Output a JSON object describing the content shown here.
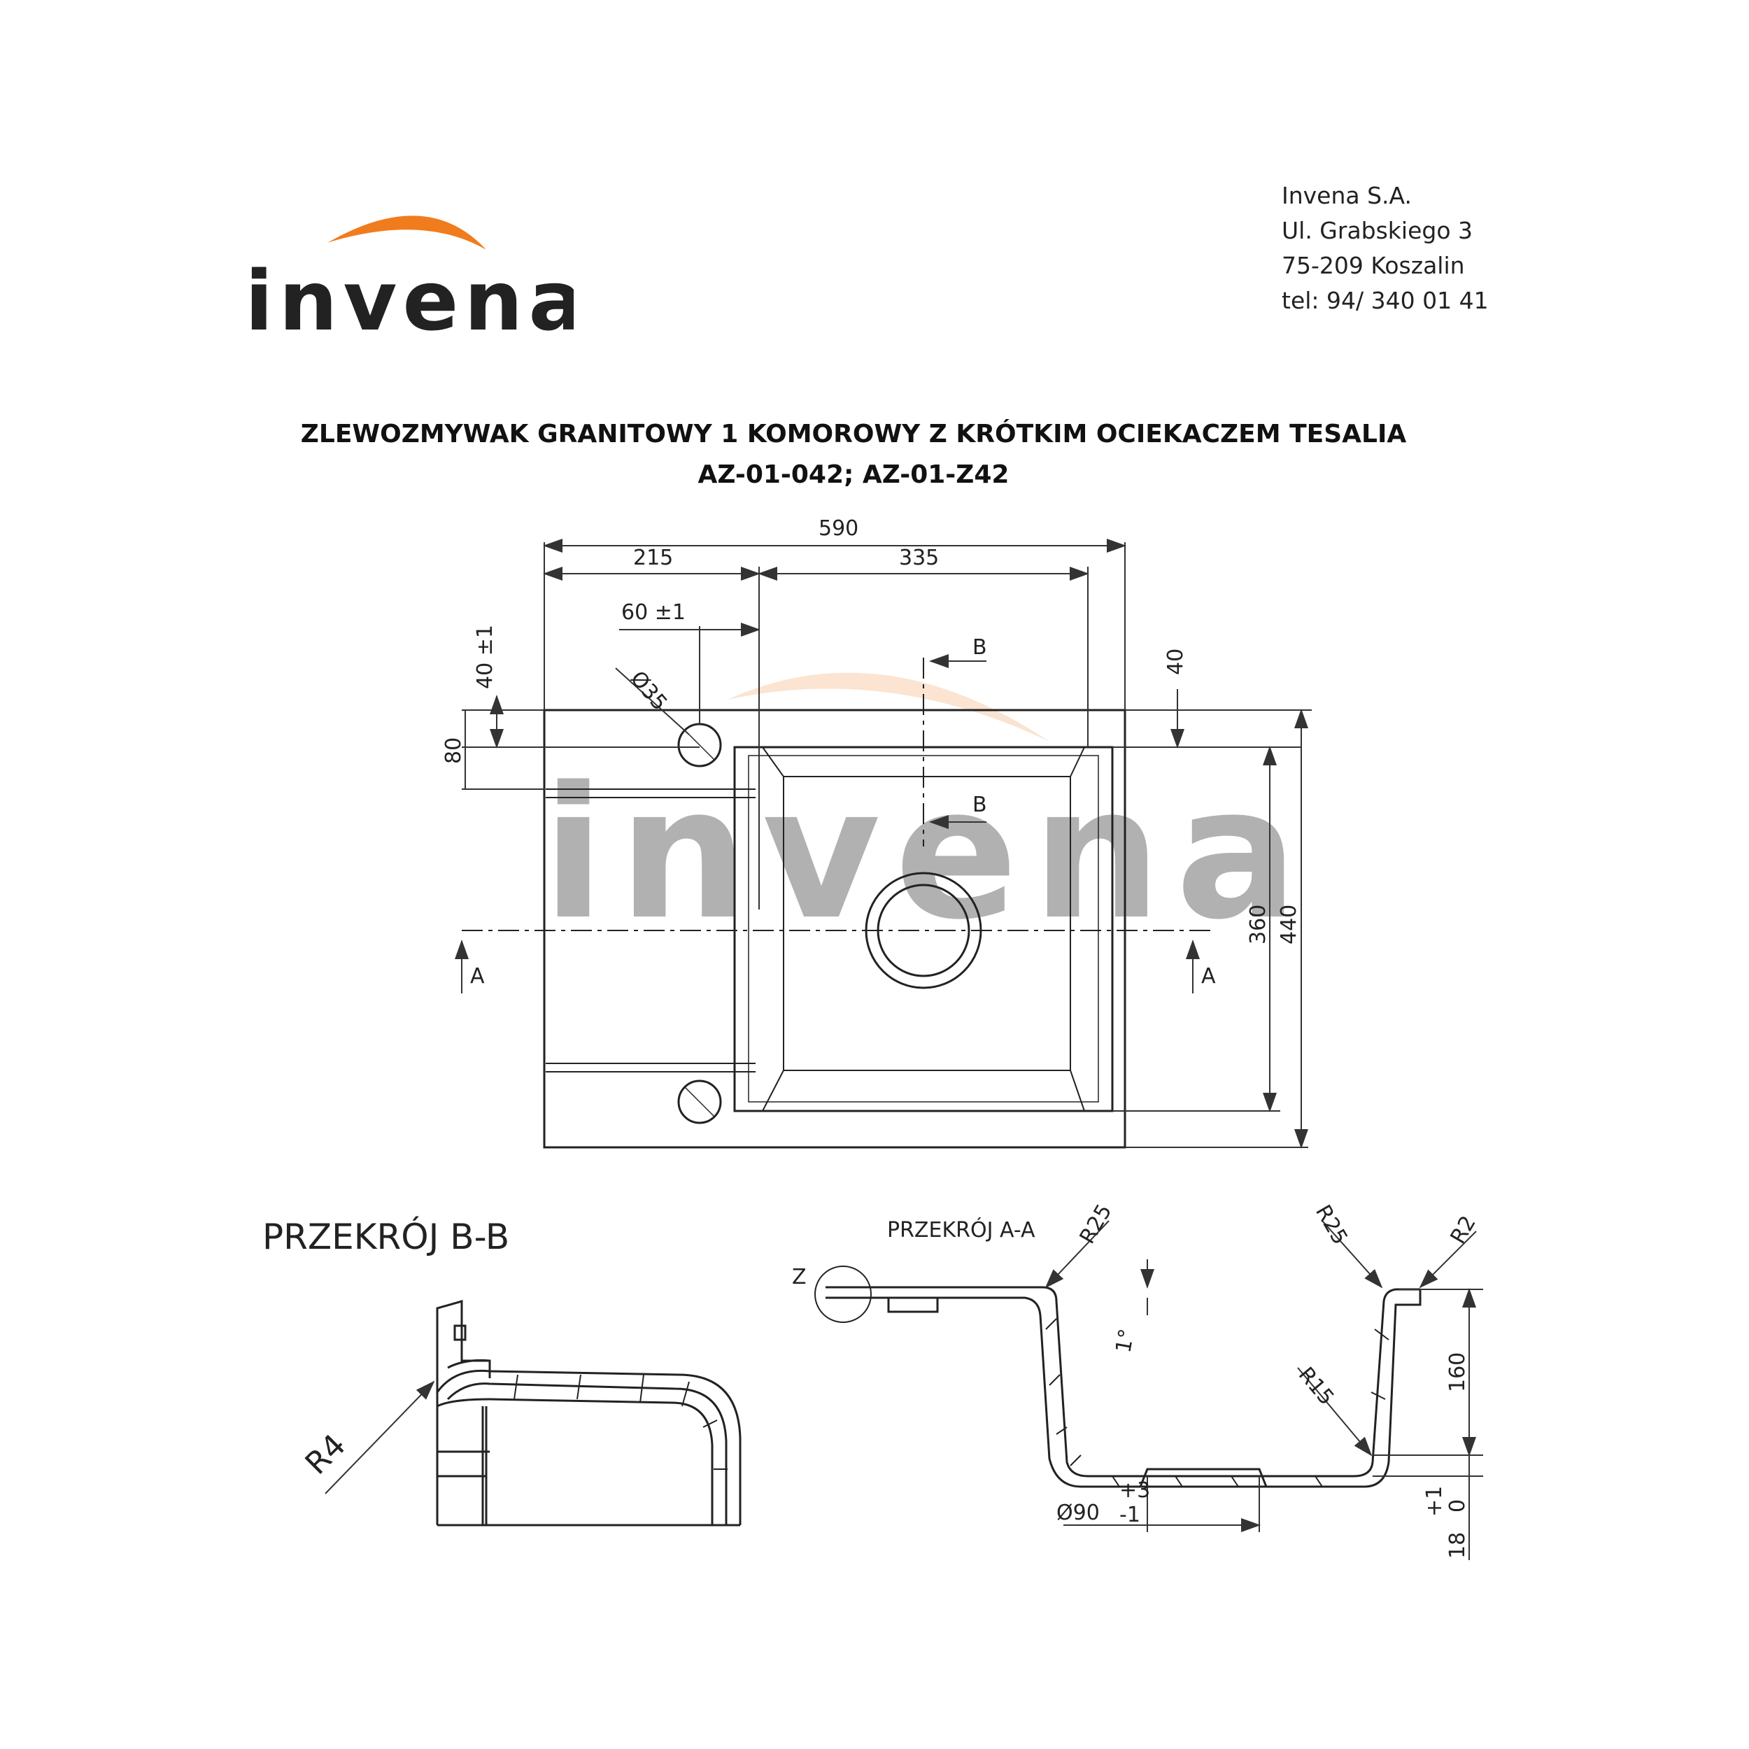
{
  "brand": {
    "logo_text": "invena",
    "accent_color": "#f07c1e",
    "ink_color": "#111111"
  },
  "company": {
    "name": "Invena S.A.",
    "street": "Ul. Grabskiego 3",
    "city": "75-209  Koszalin",
    "phone": "tel: 94/ 340 01 41"
  },
  "title": {
    "line1": "ZLEWOZMYWAK GRANITOWY 1 KOMOROWY Z KRÓTKIM OCIEKACZEM TESALIA",
    "line2": "AZ-01-042; AZ-01-Z42"
  },
  "top_view": {
    "dim_total_width": "590",
    "dim_drainer_width": "215",
    "dim_bowl_width": "335",
    "dim_tap_offset": "60 ±1",
    "dim_tap_hole": "Ø35",
    "dim_tap_from_edge": "40 ±1",
    "dim_80": "80",
    "dim_40": "40",
    "dim_bowl_length": "360",
    "dim_total_length": "440",
    "section_a": "A",
    "section_b": "B"
  },
  "section_bb": {
    "title": "PRZEKRÓJ B-B",
    "radius": "R4"
  },
  "section_aa": {
    "title": "PRZEKRÓJ A-A",
    "radius_left": "R25",
    "radius_right": "R25",
    "radius_edge": "R2",
    "radius_bottom": "R15",
    "detail": "Z",
    "slope": "1°",
    "depth": "160",
    "drain_diameter": "Ø90",
    "drain_tol_plus": "+3",
    "drain_tol_minus": "-1",
    "thickness": "18",
    "thickness_tol_plus": "+1",
    "thickness_tol_minus": "0"
  }
}
